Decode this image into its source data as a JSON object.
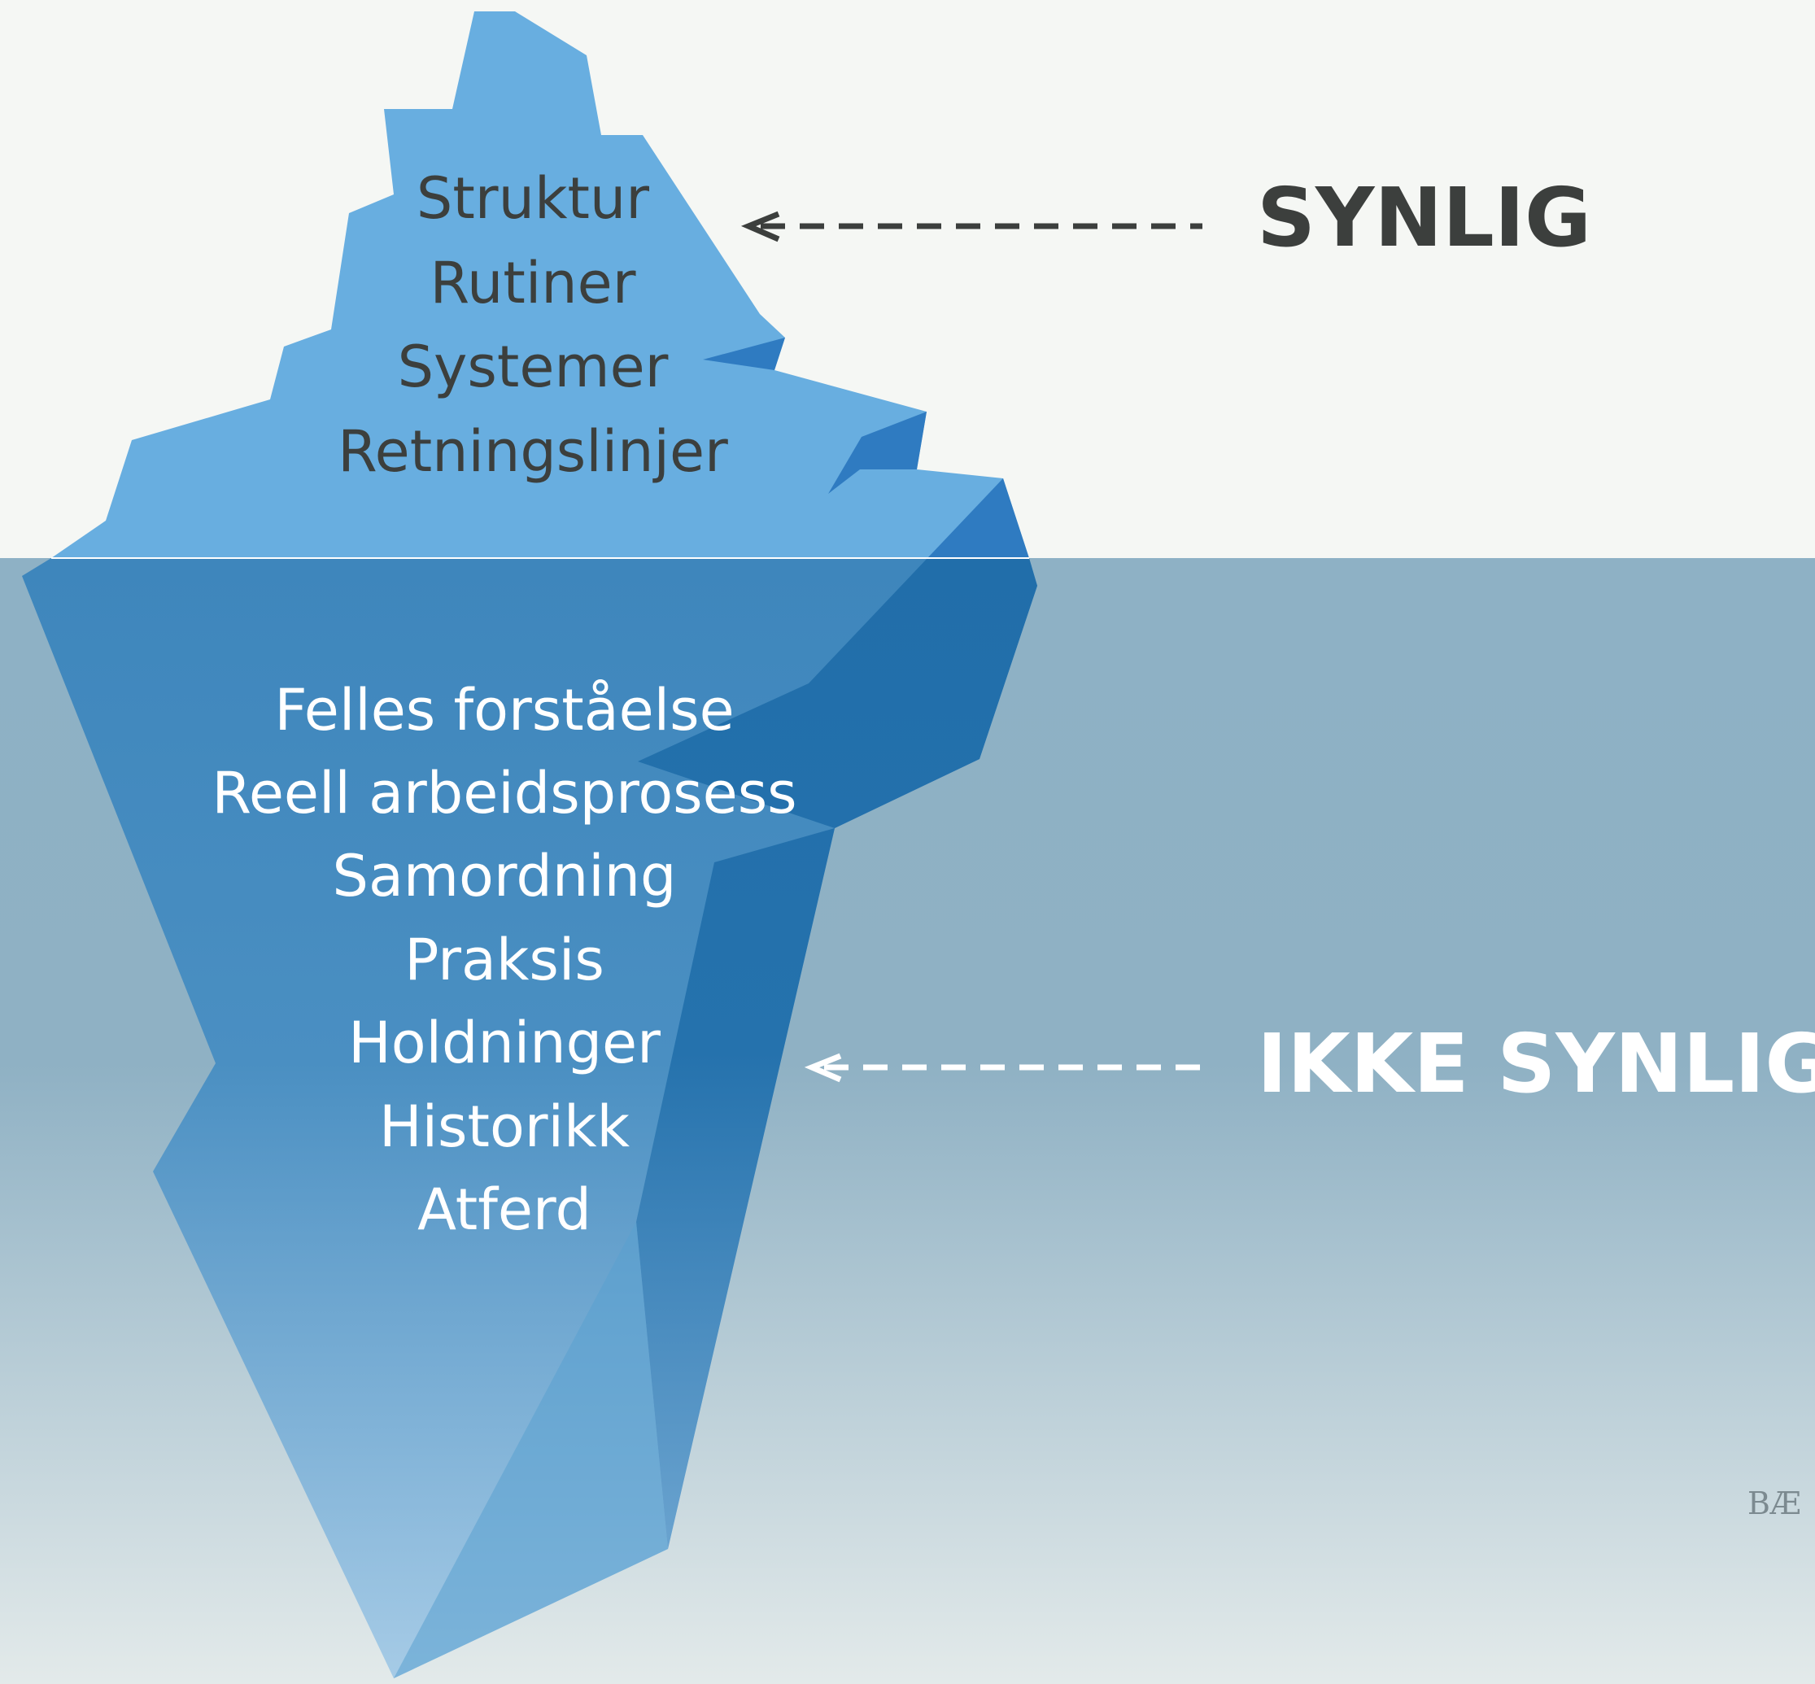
{
  "above_water": {
    "items": [
      "Struktur",
      "Rutiner",
      "Systemer",
      "Retningslinjer"
    ],
    "label": "SYNLIG"
  },
  "below_water": {
    "items": [
      "Felles forståelse",
      "Reell arbeidsprosess",
      "Samordning",
      "Praksis",
      "Holdninger",
      "Historikk",
      "Atferd"
    ],
    "label": "IKKE SYNLIG"
  },
  "credit": "BÆ",
  "colors": {
    "sky": "#f5f7f4",
    "water_top": "#8eb1c5",
    "water_bottom": "#e3eaea",
    "ice_above": "#68aee0",
    "ice_shadow": "#2f7bc1",
    "ice_below": "#3f86bd",
    "ice_below_dark": "#2270ab",
    "above_text": "#3c3f3d",
    "below_text": "#ffffff"
  },
  "icons": [
    "dashed-arrow-left",
    "dashed-arrow-left"
  ]
}
